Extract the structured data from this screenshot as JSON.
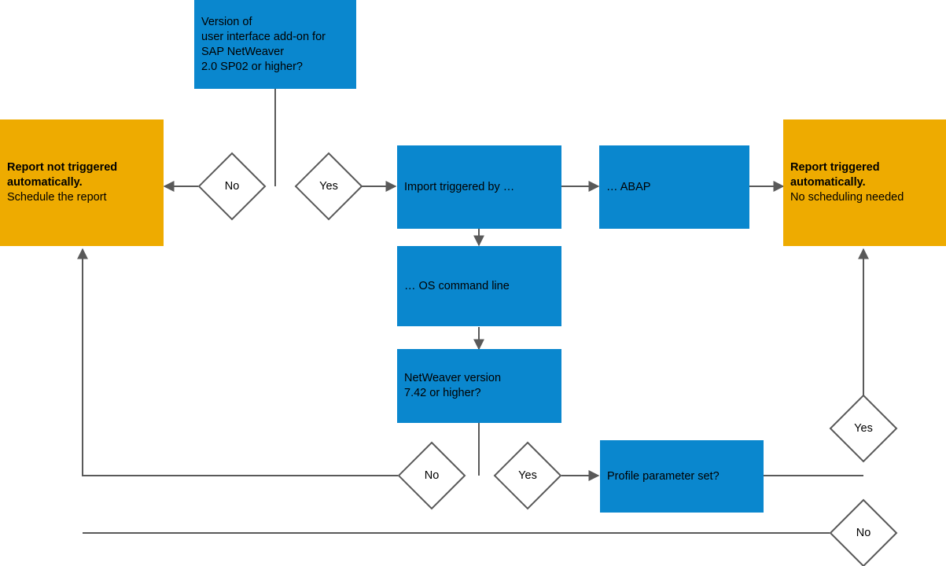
{
  "diagram": {
    "title": "SAP report trigger decision flowchart",
    "colors": {
      "blue": "#0a87ce",
      "orange": "#eeab00",
      "line": "#595959",
      "diamond_fill": "#ffffff",
      "diamond_stroke": "#595959",
      "text": "#000000"
    }
  },
  "nodes": {
    "version_check": {
      "text": "Version of\nuser interface add-on for\nSAP NetWeaver\n2.0 SP02 or higher?",
      "shape": "rectangle",
      "color": "blue"
    },
    "report_not_triggered": {
      "bold_text": "Report not triggered\nautomatically.",
      "regular_text": "Schedule the report",
      "shape": "rectangle",
      "color": "orange"
    },
    "report_triggered": {
      "bold_text": "Report triggered\nautomatically.",
      "regular_text": "No scheduling needed",
      "shape": "rectangle",
      "color": "orange"
    },
    "import_triggered": {
      "text": "Import triggered by …",
      "shape": "rectangle",
      "color": "blue"
    },
    "abap": {
      "text": "… ABAP",
      "shape": "rectangle",
      "color": "blue"
    },
    "os_command_line": {
      "text": "… OS command line",
      "shape": "rectangle",
      "color": "blue"
    },
    "netweaver_version": {
      "text": "NetWeaver version\n7.42 or higher?",
      "shape": "rectangle",
      "color": "blue"
    },
    "profile_parameter": {
      "text": "Profile parameter set?",
      "shape": "rectangle",
      "color": "blue"
    }
  },
  "decisions": {
    "version_no": {
      "label": "No"
    },
    "version_yes": {
      "label": "Yes"
    },
    "netweaver_no": {
      "label": "No"
    },
    "netweaver_yes": {
      "label": "Yes"
    },
    "profile_yes": {
      "label": "Yes"
    },
    "profile_no": {
      "label": "No"
    }
  }
}
